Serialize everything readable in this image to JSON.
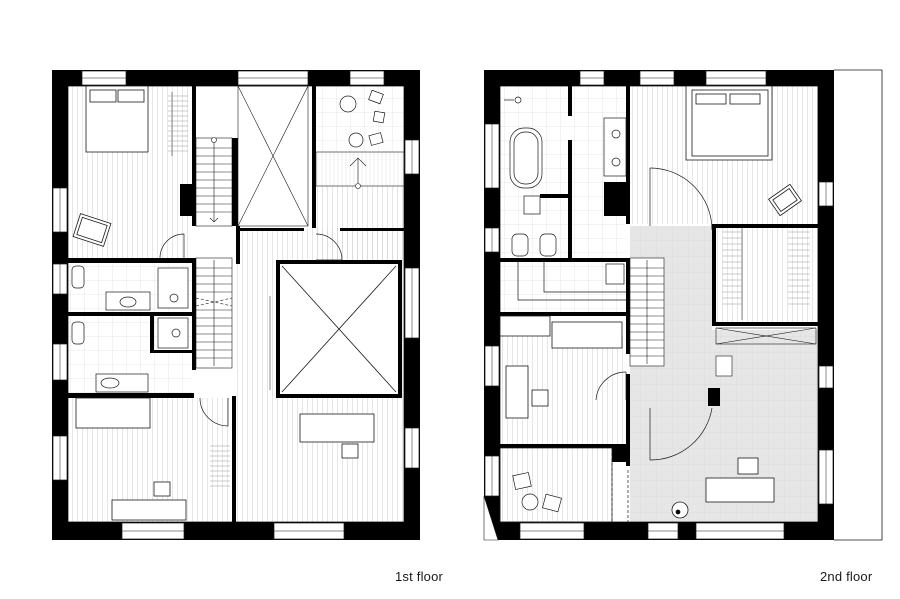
{
  "floors": [
    {
      "id": "first",
      "label": "1st floor"
    },
    {
      "id": "second",
      "label": "2nd floor"
    }
  ],
  "colors": {
    "wall": "#000000",
    "line": "#1a1a1a",
    "hatch": "#d4d4d4",
    "tile": "#c8c8c8",
    "highlight": "#e6e6e6",
    "paper": "#ffffff"
  }
}
